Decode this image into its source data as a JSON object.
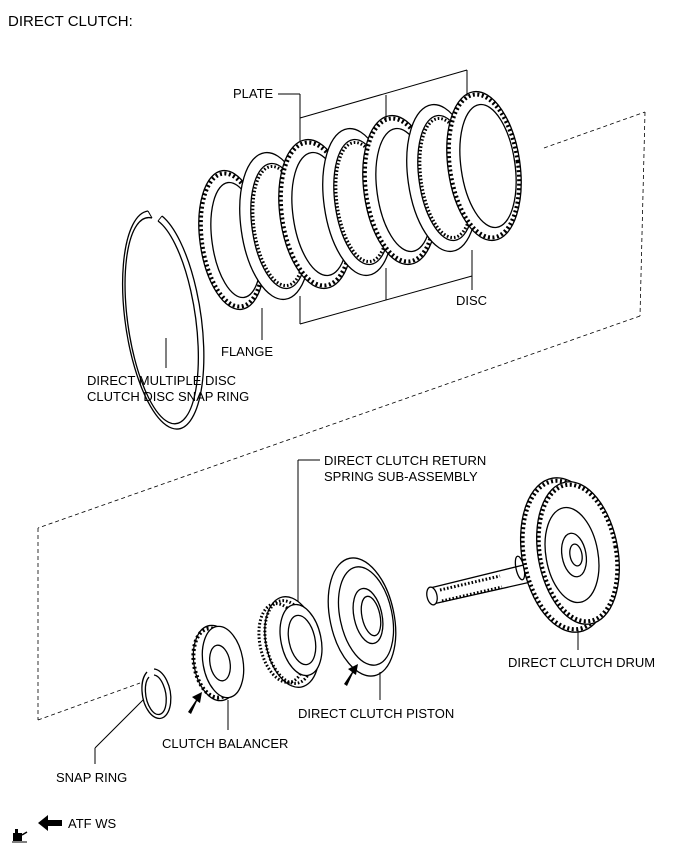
{
  "title": "DIRECT CLUTCH:",
  "labels": {
    "plate": "PLATE",
    "disc": "DISC",
    "flange": "FLANGE",
    "snap_ring_large_1": "DIRECT MULTIPLE DISC",
    "snap_ring_large_2": "CLUTCH DISC SNAP RING",
    "return_spring_1": "DIRECT CLUTCH RETURN",
    "return_spring_2": "SPRING SUB-ASSEMBLY",
    "drum": "DIRECT CLUTCH DRUM",
    "piston": "DIRECT CLUTCH PISTON",
    "balancer": "CLUTCH BALANCER",
    "snap_ring": "SNAP RING"
  },
  "legend": {
    "apply_text": "ATF WS"
  }
}
